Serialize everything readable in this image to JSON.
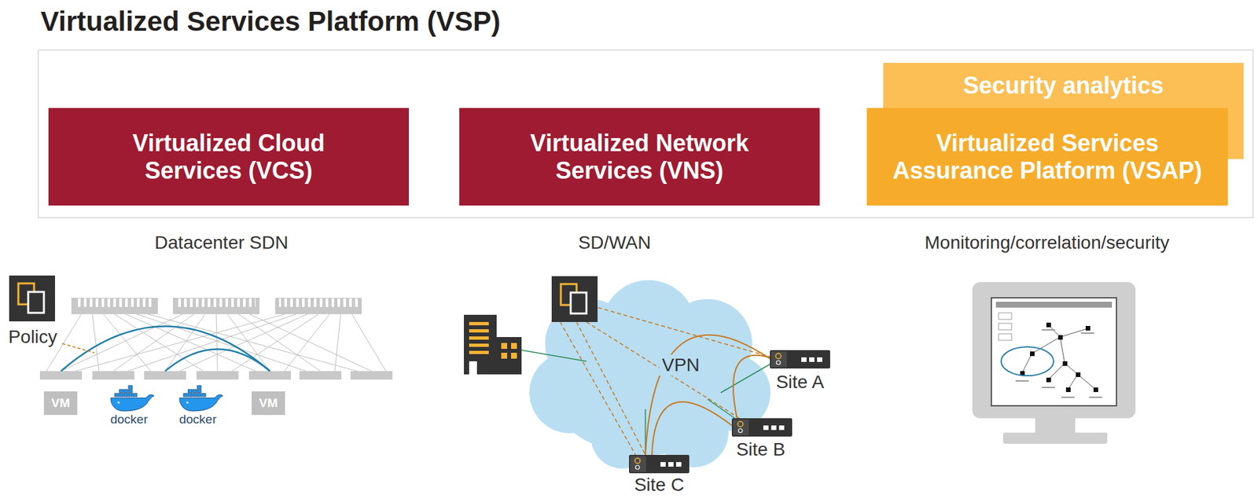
{
  "diagram": {
    "nodes": [
      {
        "text": [
          "Virtualized Services Platform (VSP)"
        ]
      },
      {
        "text": [
          "Virtualized Cloud Services (VCS)"
        ],
        "in": 0
      },
      {
        "text": [
          "Virtualized Network Services (VNS)"
        ],
        "in": 0
      },
      {
        "text": [
          "Security analytics"
        ],
        "in": 0
      },
      {
        "text": [
          "Virtualized Services Assurance Platform (VSAP)"
        ],
        "in": 0
      },
      {
        "text": [
          "VM"
        ]
      },
      {
        "text": [
          "VM"
        ]
      }
    ],
    "labels": [
      "Datacenter SDN",
      "SD/WAN",
      "Monitoring/correlation/security",
      "Policy",
      "docker",
      "docker",
      "VPN",
      "Site A",
      "Site B",
      "Site C"
    ]
  }
}
